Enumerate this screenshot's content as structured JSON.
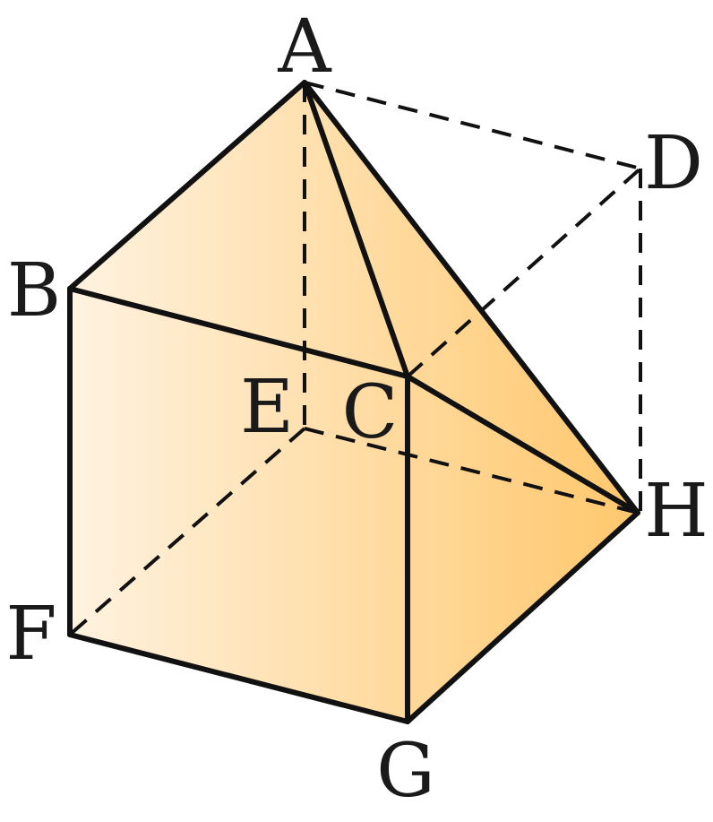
{
  "diagram": {
    "vertices": [
      {
        "id": "A",
        "label": "A"
      },
      {
        "id": "B",
        "label": "B"
      },
      {
        "id": "C",
        "label": "C"
      },
      {
        "id": "D",
        "label": "D"
      },
      {
        "id": "E",
        "label": "E"
      },
      {
        "id": "F",
        "label": "F"
      },
      {
        "id": "G",
        "label": "G"
      },
      {
        "id": "H",
        "label": "H"
      }
    ],
    "visible_edges": [
      [
        "A",
        "B"
      ],
      [
        "B",
        "C"
      ],
      [
        "A",
        "C"
      ],
      [
        "A",
        "H"
      ],
      [
        "C",
        "H"
      ],
      [
        "B",
        "F"
      ],
      [
        "F",
        "G"
      ],
      [
        "G",
        "H"
      ],
      [
        "C",
        "G"
      ]
    ],
    "hidden_edges": [
      [
        "A",
        "D"
      ],
      [
        "D",
        "H"
      ],
      [
        "A",
        "E"
      ],
      [
        "E",
        "F"
      ],
      [
        "E",
        "H"
      ],
      [
        "C",
        "D"
      ]
    ],
    "faces": [
      [
        "A",
        "B",
        "C"
      ],
      [
        "A",
        "C",
        "H"
      ],
      [
        "B",
        "C",
        "G",
        "F"
      ],
      [
        "C",
        "H",
        "G"
      ]
    ],
    "colors": {
      "fill_light": "#fff3e2",
      "fill_dark": "#ffc76b",
      "line": "#111111",
      "text": "#1a1a1a"
    }
  }
}
